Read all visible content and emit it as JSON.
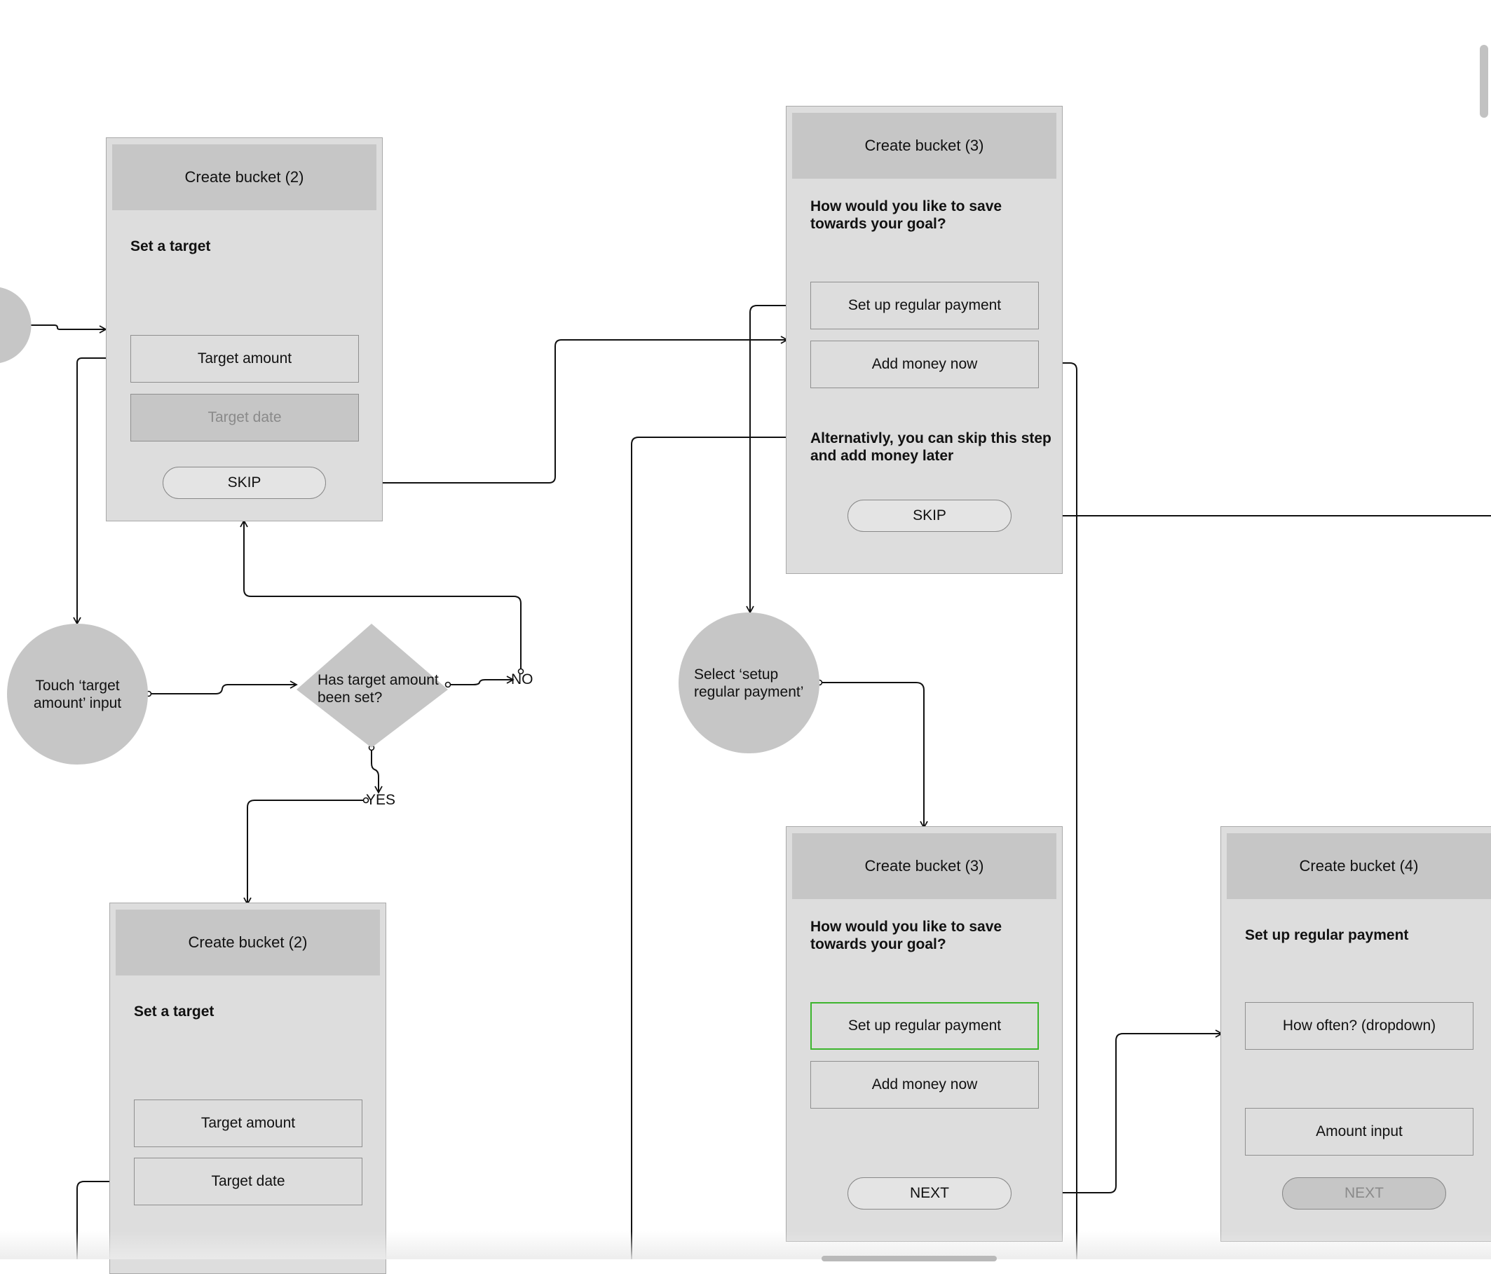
{
  "screens": {
    "bucket2_top": {
      "header": "Create bucket (2)",
      "heading": "Set a target",
      "target_amount": "Target amount",
      "target_date": "Target date",
      "skip": "SKIP"
    },
    "bucket3_top": {
      "header": "Create bucket  (3)",
      "heading": "How would you like to save towards your goal?",
      "regular_payment": "Set up regular payment",
      "add_money": "Add money now",
      "alt_text": "Alternativly, you can skip this step and add money later",
      "skip": "SKIP"
    },
    "bucket2_bottom": {
      "header": "Create bucket  (2)",
      "heading": "Set a target",
      "target_amount": "Target amount",
      "target_date": "Target date"
    },
    "bucket3_bottom": {
      "header": "Create bucket (3)",
      "heading": "How would you like to save towards your goal?",
      "regular_payment": "Set up regular payment",
      "add_money": "Add money now",
      "next": "NEXT"
    },
    "bucket4": {
      "header": "Create bucket (4)",
      "heading": "Set up regular payment",
      "how_often": "How often? (dropdown)",
      "amount_input": "Amount input",
      "next": "NEXT"
    }
  },
  "nodes": {
    "touch_target": "Touch ‘target amount’ input",
    "decision": "Has target amount been set?",
    "no_label": "NO",
    "yes_label": "YES",
    "select_setup": "Select ‘setup regular payment’"
  },
  "colors": {
    "screen_bg": "#dddddd",
    "header_bg": "#c6c6c6",
    "selected_border": "#3db52e",
    "connector": "#111111"
  }
}
